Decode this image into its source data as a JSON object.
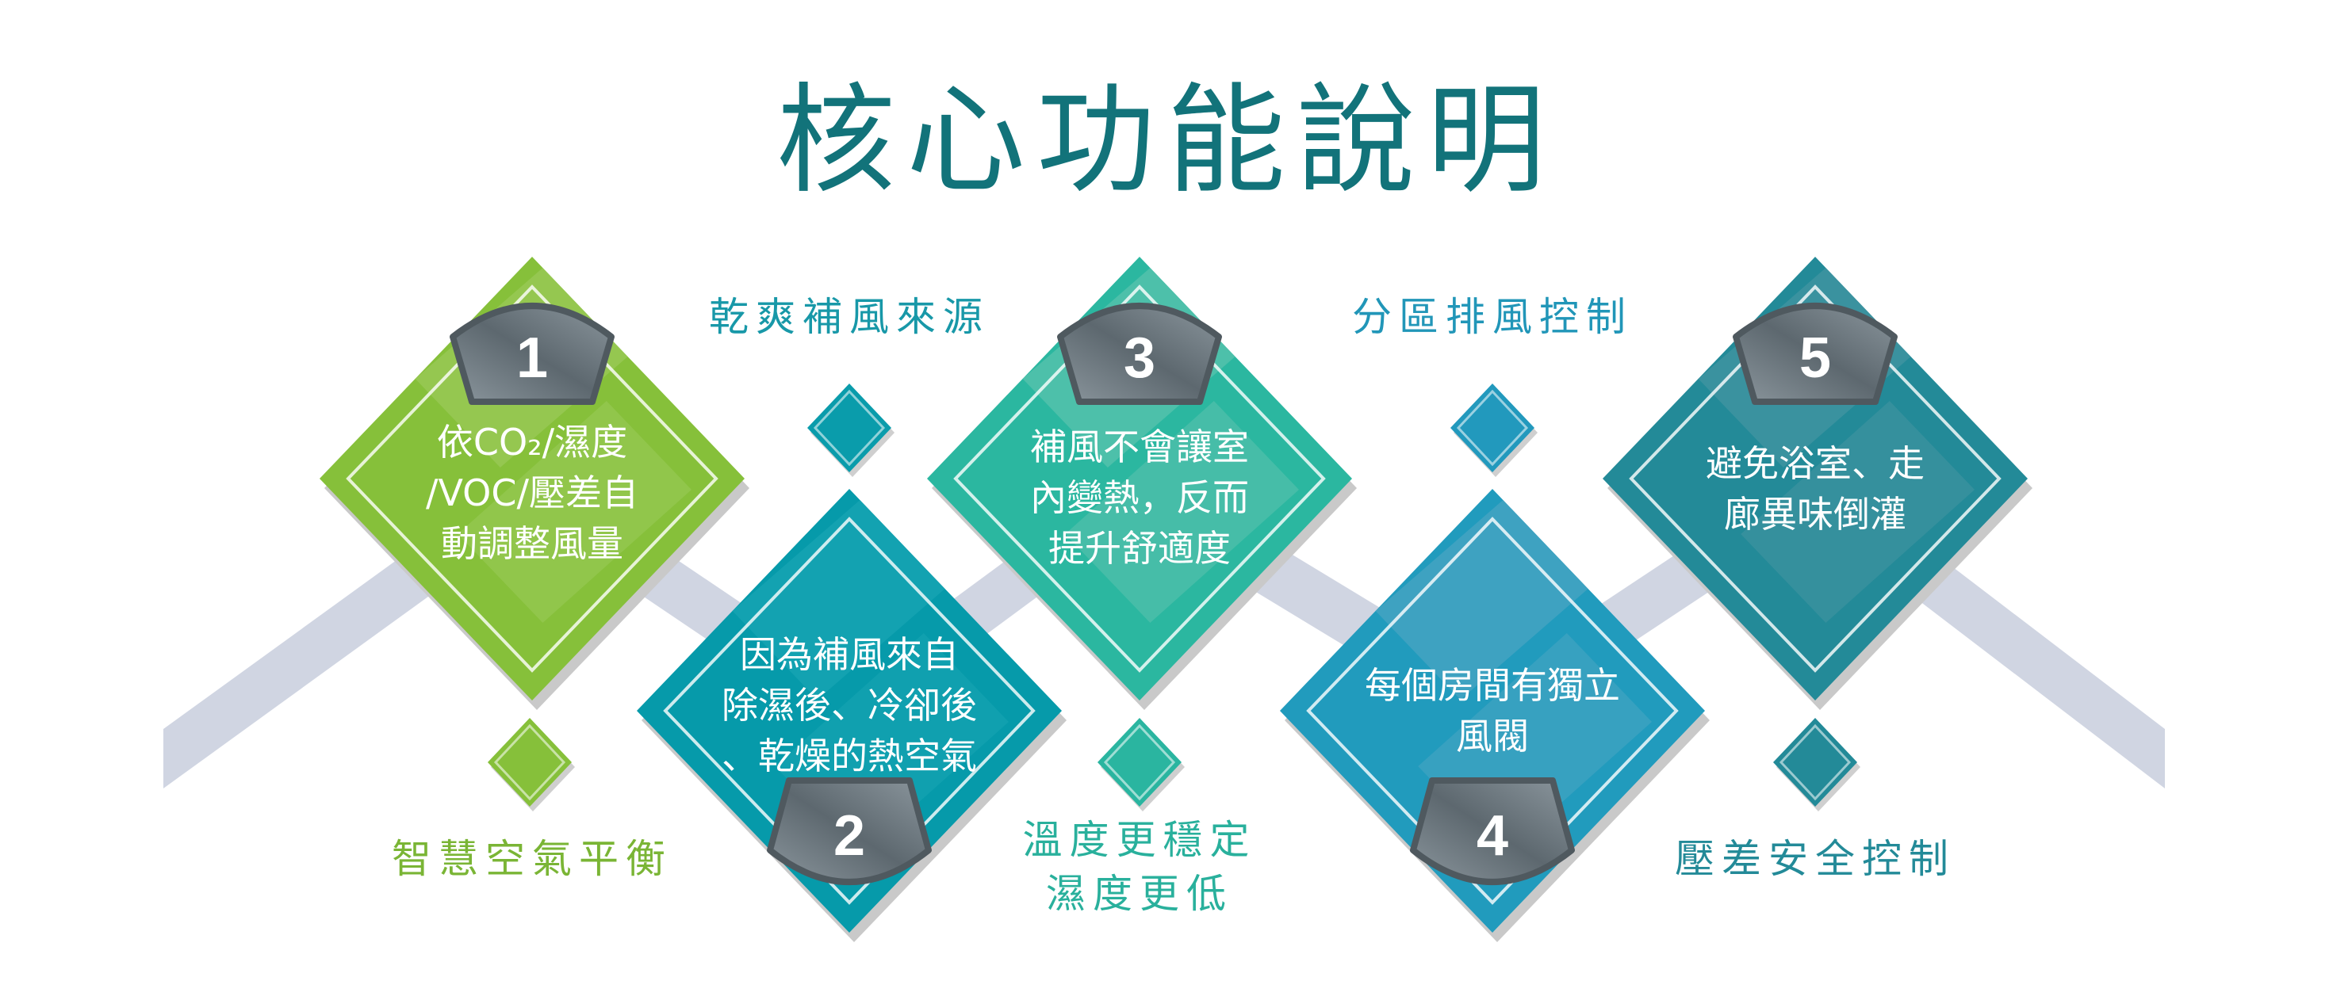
{
  "title": "核心功能說明",
  "colors": {
    "title": "#12737a",
    "band": "#d0d5e2",
    "badge_dark": "#5d686f",
    "badge_light": "#8b969d",
    "badge_edge": "#4f595f"
  },
  "steps": [
    {
      "number": "1",
      "lines": [
        "依CO₂/濕度",
        "/VOC/壓差自",
        "動調整風量"
      ],
      "color": "#86c03a",
      "stripe": "#9bcb5a",
      "label": [
        "智慧空氣平衡"
      ],
      "label_color": "#7ab535",
      "marker_color": "#86c03a"
    },
    {
      "number": "2",
      "lines": [
        "因為補風來自",
        "除濕後、冷卻後",
        "、乾燥的熱空氣"
      ],
      "color": "#069aaa",
      "stripe": "#1aa5b3",
      "label": [
        "乾爽補風來源"
      ],
      "label_color": "#1898a8",
      "marker_color": "#0a9cab"
    },
    {
      "number": "3",
      "lines": [
        "補風不會讓室",
        "內變熱，反而",
        "提升舒適度"
      ],
      "color": "#2bb7a0",
      "stripe": "#5cc3ae",
      "label": [
        "溫度更穩定",
        "濕度更低"
      ],
      "label_color": "#29b09c",
      "marker_color": "#2ab5a0"
    },
    {
      "number": "4",
      "lines": [
        "每個房間有獨立",
        "風閥"
      ],
      "color": "#219bbd",
      "stripe": "#4ba5c3",
      "label": [
        "分區排風控制"
      ],
      "label_color": "#2196b8",
      "marker_color": "#2299bd"
    },
    {
      "number": "5",
      "lines": [
        "避免浴室、走",
        "廊異味倒灌"
      ],
      "color": "#238a98",
      "stripe": "#4596a2",
      "label": [
        "壓差安全控制"
      ],
      "label_color": "#238a98",
      "marker_color": "#238a98"
    }
  ]
}
